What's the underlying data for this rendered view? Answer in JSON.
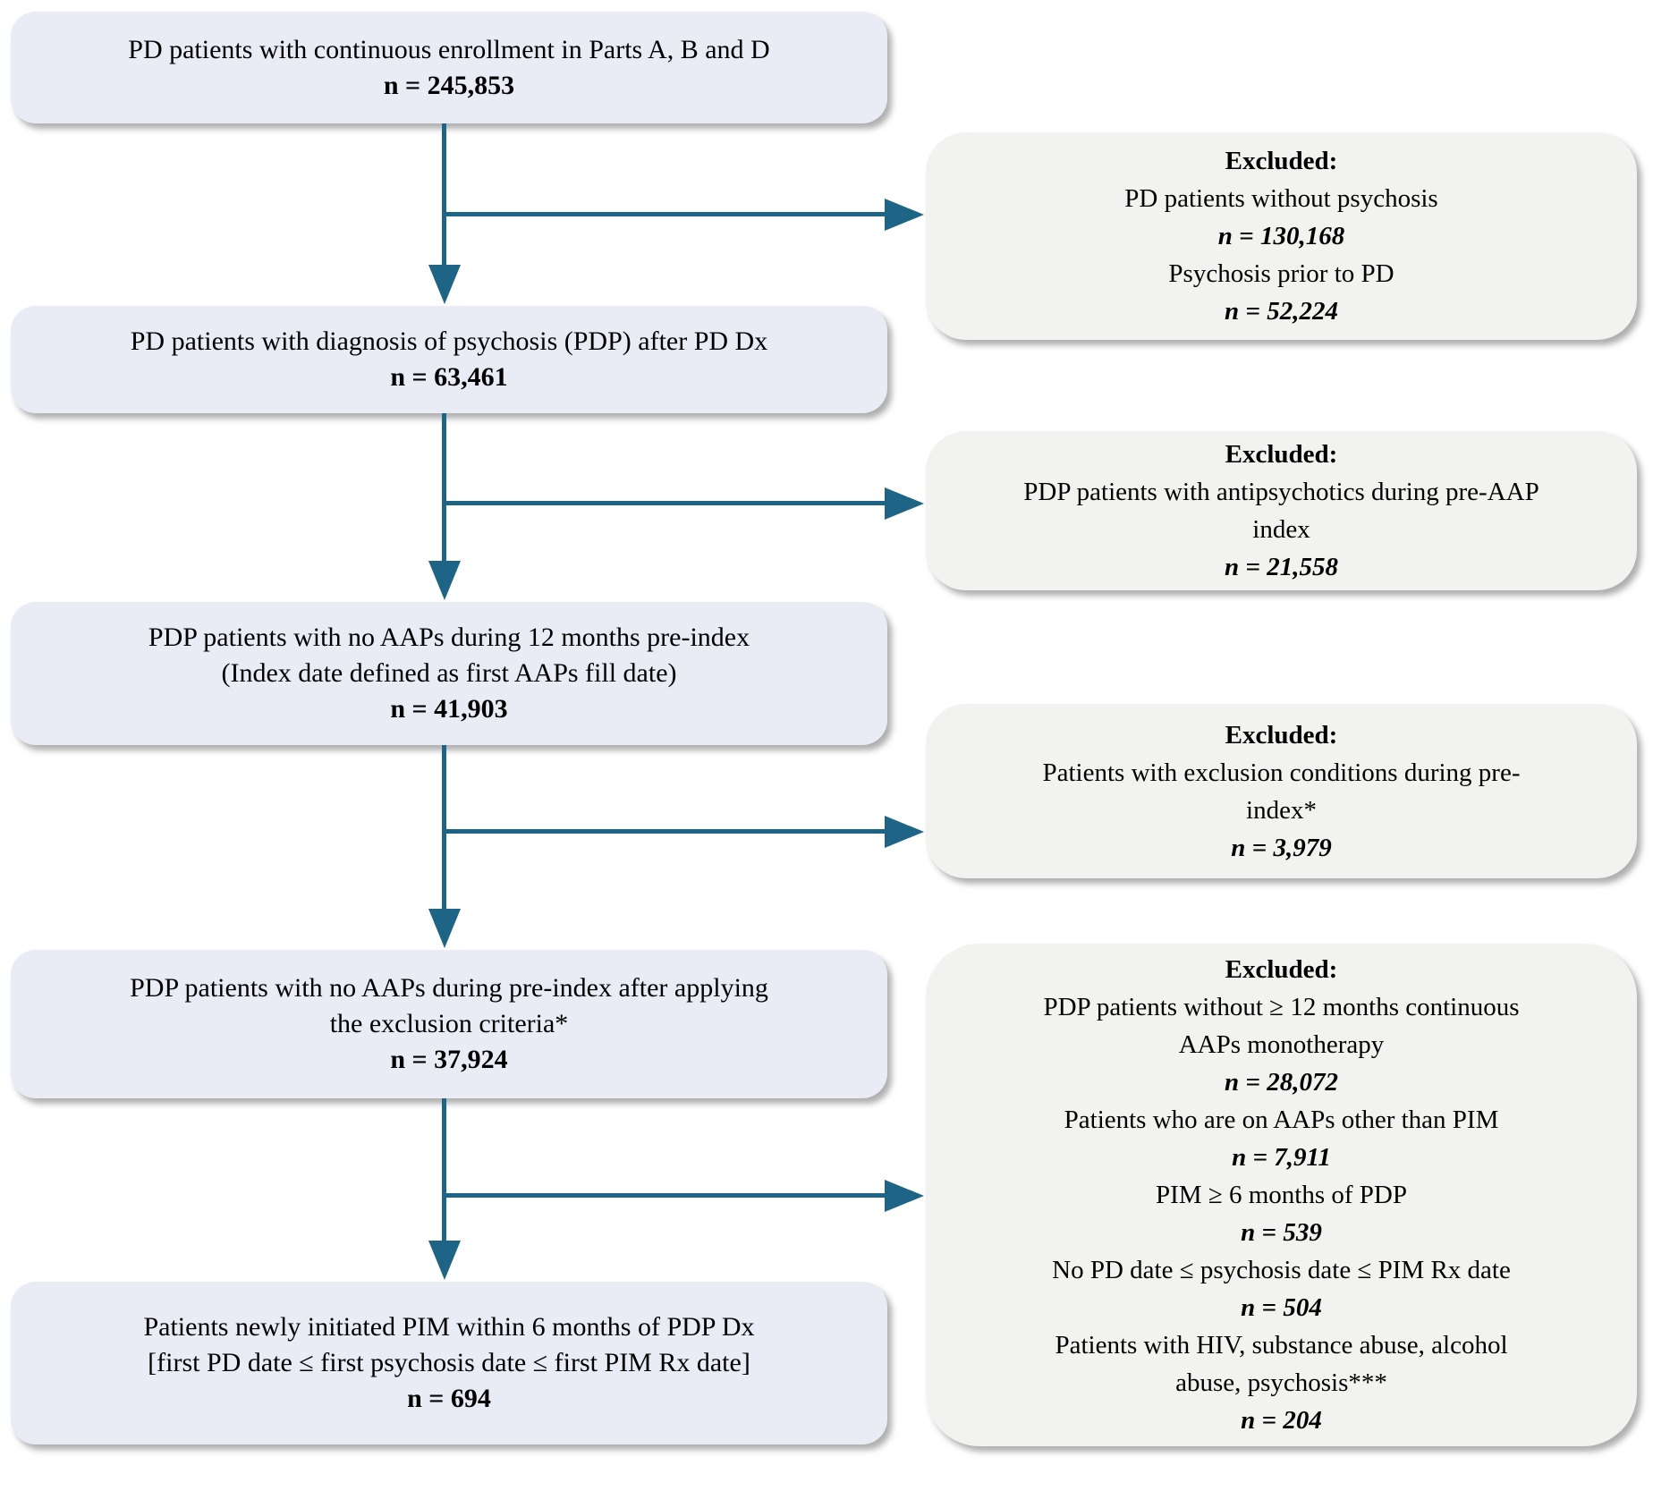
{
  "colors": {
    "main_box_bg": "#e9ebf5",
    "excluded_box_bg": "#f2f2f1",
    "arrow": "#1e6486"
  },
  "flow": {
    "step1": {
      "line1": "PD patients with continuous enrollment in Parts A, B and D",
      "n": "n = 245,853"
    },
    "step2": {
      "line1": "PD patients with diagnosis of psychosis (PDP) after PD Dx",
      "n": "n = 63,461"
    },
    "step3": {
      "line1": "PDP patients with no AAPs during 12 months pre-index",
      "line2": "(Index date defined as first AAPs fill date)",
      "n": "n = 41,903"
    },
    "step4": {
      "line1": "PDP patients with no AAPs during pre-index after applying",
      "line2": "the exclusion criteria*",
      "n": "n = 37,924"
    },
    "step5": {
      "line1": "Patients newly initiated PIM within 6 months of PDP Dx",
      "line2": "[first PD date ≤ first psychosis date ≤ first PIM Rx date]",
      "n": "n = 694"
    }
  },
  "exclusions": {
    "box1": {
      "header": "Excluded:",
      "item1": "PD patients without psychosis",
      "n1": "n = 130,168",
      "item2": "Psychosis prior to PD",
      "n2": "n = 52,224"
    },
    "box2": {
      "header": "Excluded:",
      "item1_line1": "PDP patients with antipsychotics during pre-AAP",
      "item1_line2": "index",
      "n1": "n = 21,558"
    },
    "box3": {
      "header": "Excluded:",
      "item1_line1": "Patients with exclusion conditions during pre-",
      "item1_line2": "index*",
      "n1": "n = 3,979"
    },
    "box4": {
      "header": "Excluded:",
      "item1_line1": "PDP patients without ≥ 12 months continuous",
      "item1_line2": "AAPs monotherapy",
      "n1": "n = 28,072",
      "item2": "Patients who are on AAPs other than PIM",
      "n2": "n = 7,911",
      "item3": "PIM ≥ 6 months of PDP",
      "n3": "n = 539",
      "item4": "No PD date ≤ psychosis date ≤ PIM Rx date",
      "n4": "n = 504",
      "item5_line1": "Patients with HIV, substance abuse, alcohol",
      "item5_line2": "abuse, psychosis***",
      "n5": "n = 204"
    }
  }
}
